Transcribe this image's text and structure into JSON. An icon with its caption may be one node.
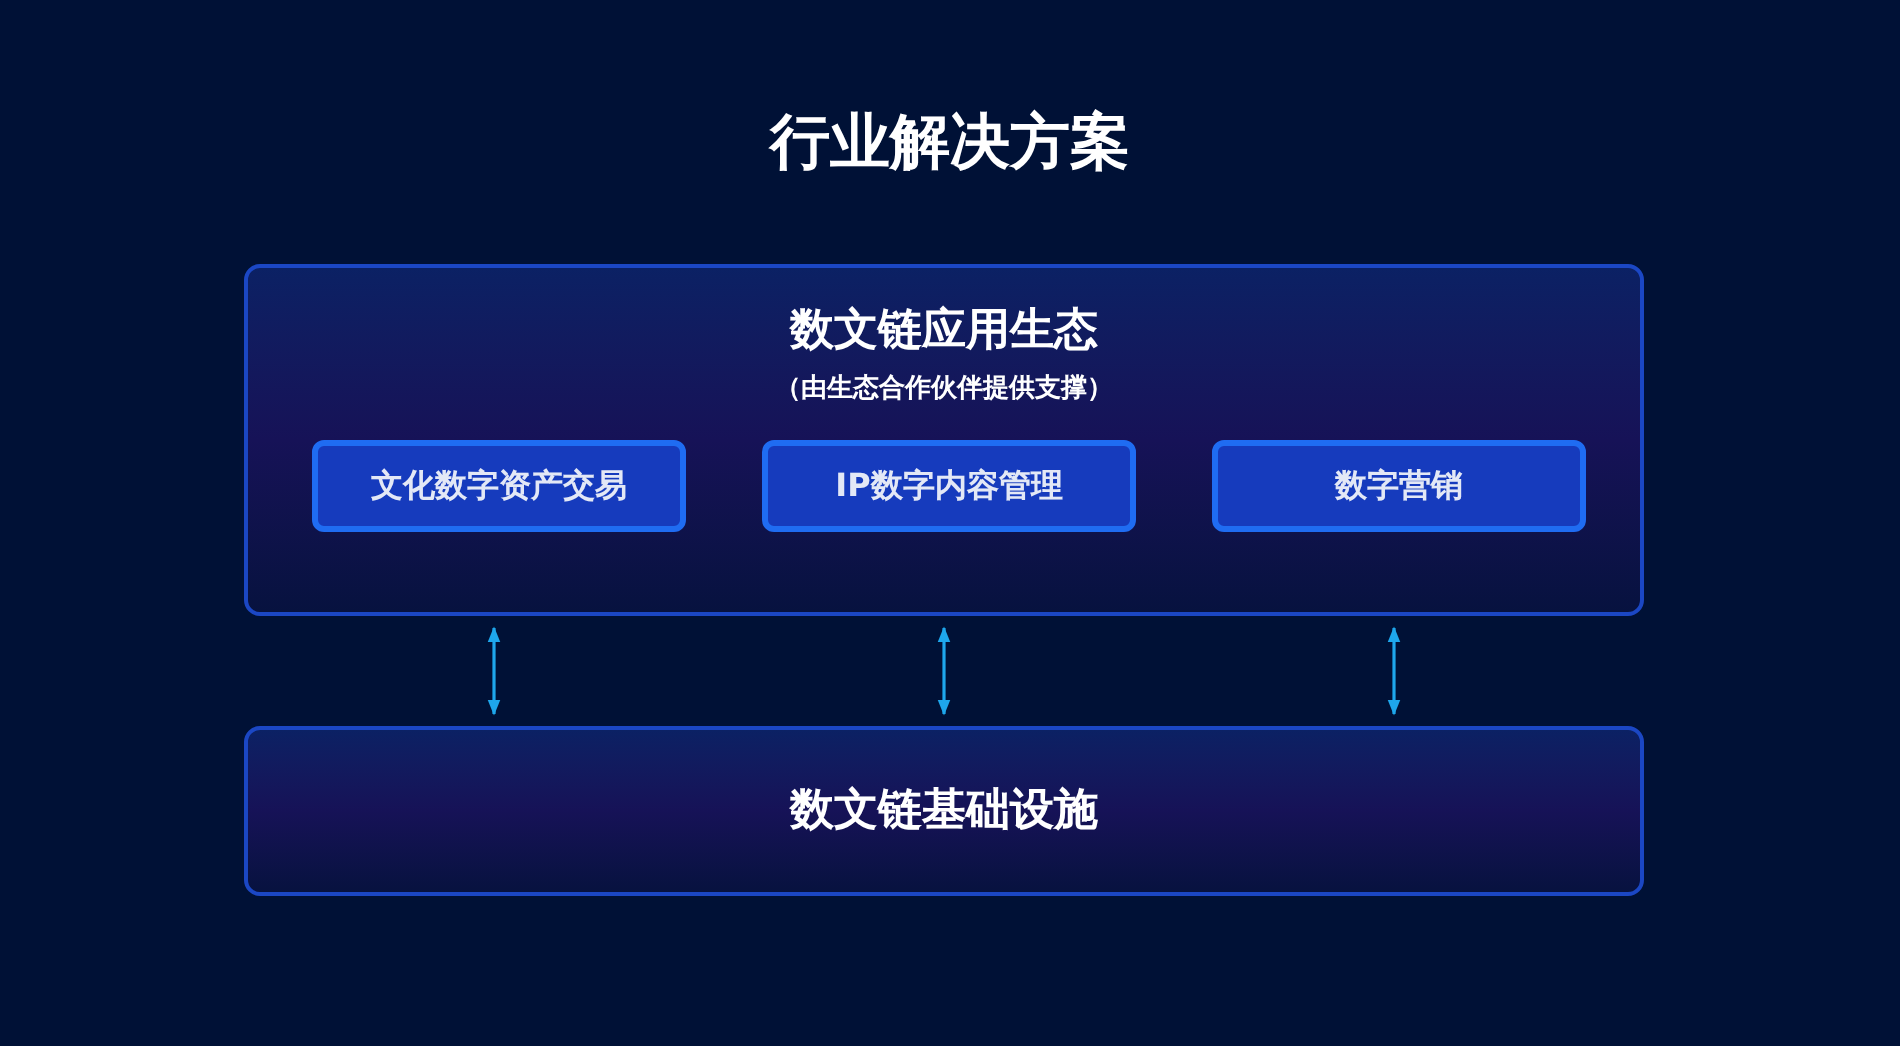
{
  "diagram": {
    "title": "行业解决方案",
    "nodes": [
      {
        "text": [
          "数文链应用生态",
          "（由生态合作伙伴提供支撑）"
        ]
      },
      {
        "text": [
          "文化数字资产交易"
        ],
        "in": 0
      },
      {
        "text": [
          "IP数字内容管理"
        ],
        "in": 0
      },
      {
        "text": [
          "数字营销"
        ],
        "in": 0
      },
      {
        "text": [
          "数文链基础设施"
        ]
      }
    ],
    "edges": [
      {
        "from": 0,
        "to": 4,
        "arrow": "both"
      },
      {
        "from": 0,
        "to": 4,
        "arrow": "both"
      },
      {
        "from": 0,
        "to": 4,
        "arrow": "both"
      }
    ]
  }
}
